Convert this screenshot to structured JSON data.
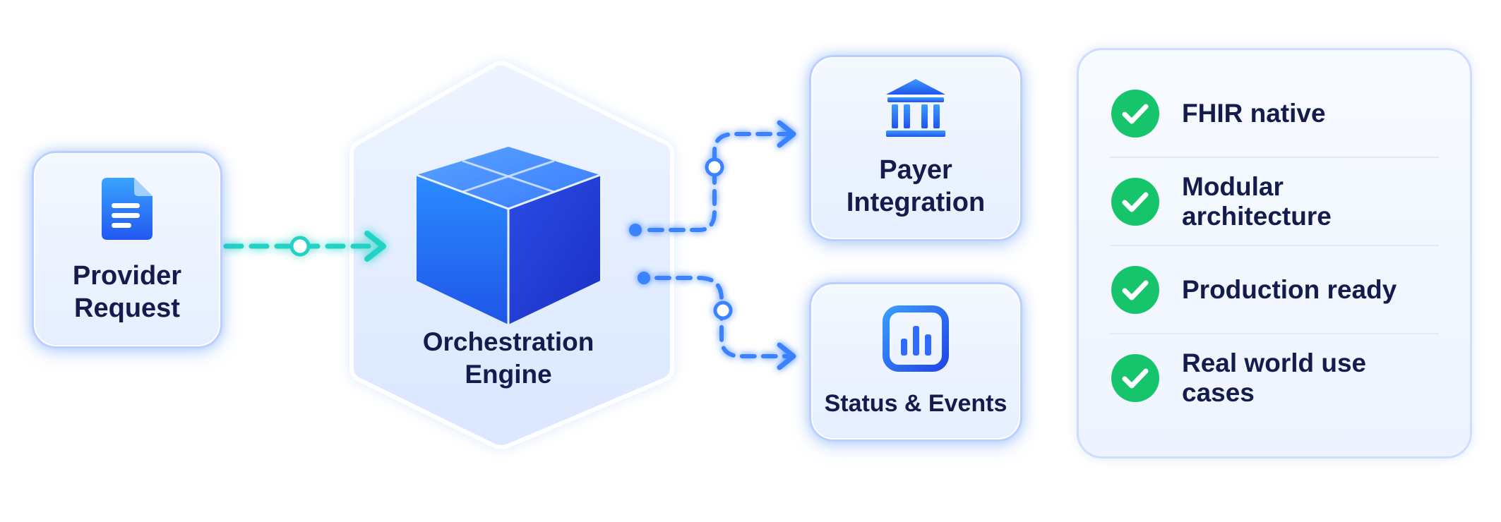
{
  "diagram": {
    "provider": {
      "label": "Provider\nRequest",
      "icon": "document-icon"
    },
    "engine": {
      "label": "Orchestration\nEngine",
      "icon": "cube-icon"
    },
    "payer": {
      "label": "Payer\nIntegration",
      "icon": "bank-icon"
    },
    "status": {
      "label": "Status & Events",
      "icon": "bar-chart-icon"
    },
    "features": [
      {
        "label": "FHIR native",
        "icon": "check-circle-icon"
      },
      {
        "label": "Modular architecture",
        "icon": "check-circle-icon"
      },
      {
        "label": "Production ready",
        "icon": "check-circle-icon"
      },
      {
        "label": "Real world use cases",
        "icon": "check-circle-icon"
      }
    ]
  },
  "colors": {
    "accent_blue": "#2f6bff",
    "teal_flow": "#22d3c5",
    "check_green": "#16c46b",
    "text_dark": "#141b4d",
    "card_border": "#b9d0ff"
  }
}
